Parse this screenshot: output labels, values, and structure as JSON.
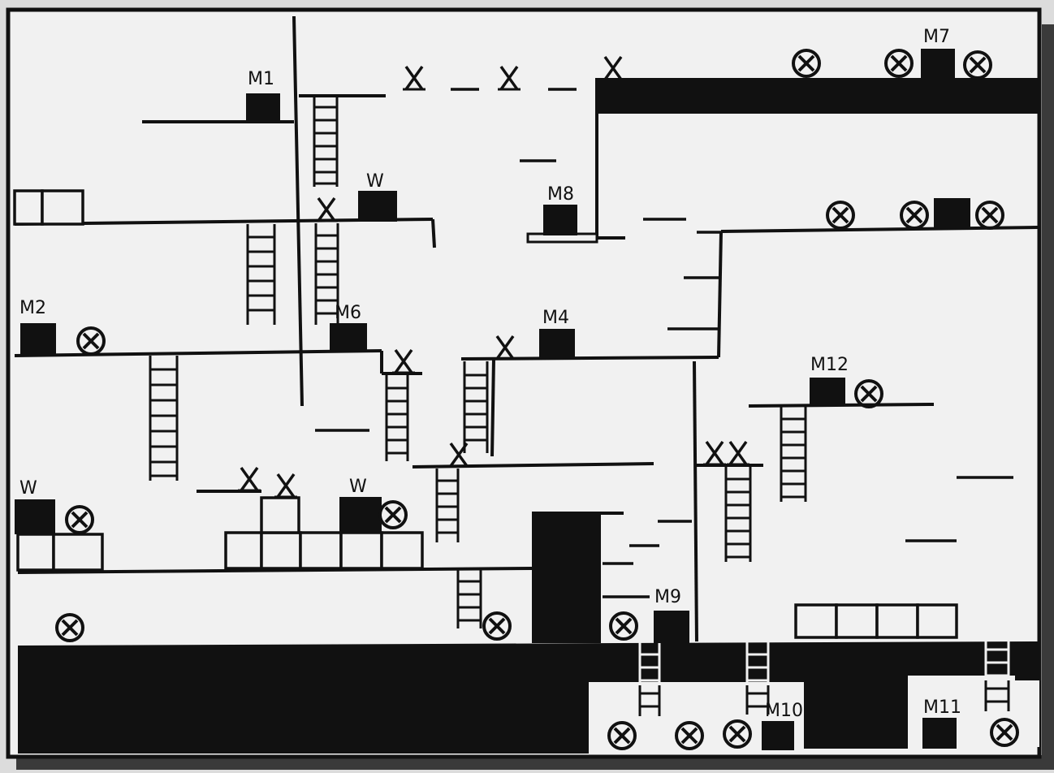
{
  "map": {
    "paper_color": "#f1f1f1",
    "ink_color": "#111111",
    "shadow_color": "#3a3a3a",
    "labels": {
      "m1": "M1",
      "m2": "M2",
      "m4": "M4",
      "m6": "M6",
      "m7": "M7",
      "m8": "M8",
      "m9": "M9",
      "m10": "M10",
      "m11": "M11",
      "m12": "M12",
      "w_top": "W",
      "w_left": "W",
      "w_mid": "W"
    },
    "legend": {
      "block_icon": "filled-square",
      "coin_icon": "circled-x",
      "hazard_icon": "x-mark",
      "ladder_icon": "ladder",
      "crate_icon": "outline-square"
    }
  }
}
